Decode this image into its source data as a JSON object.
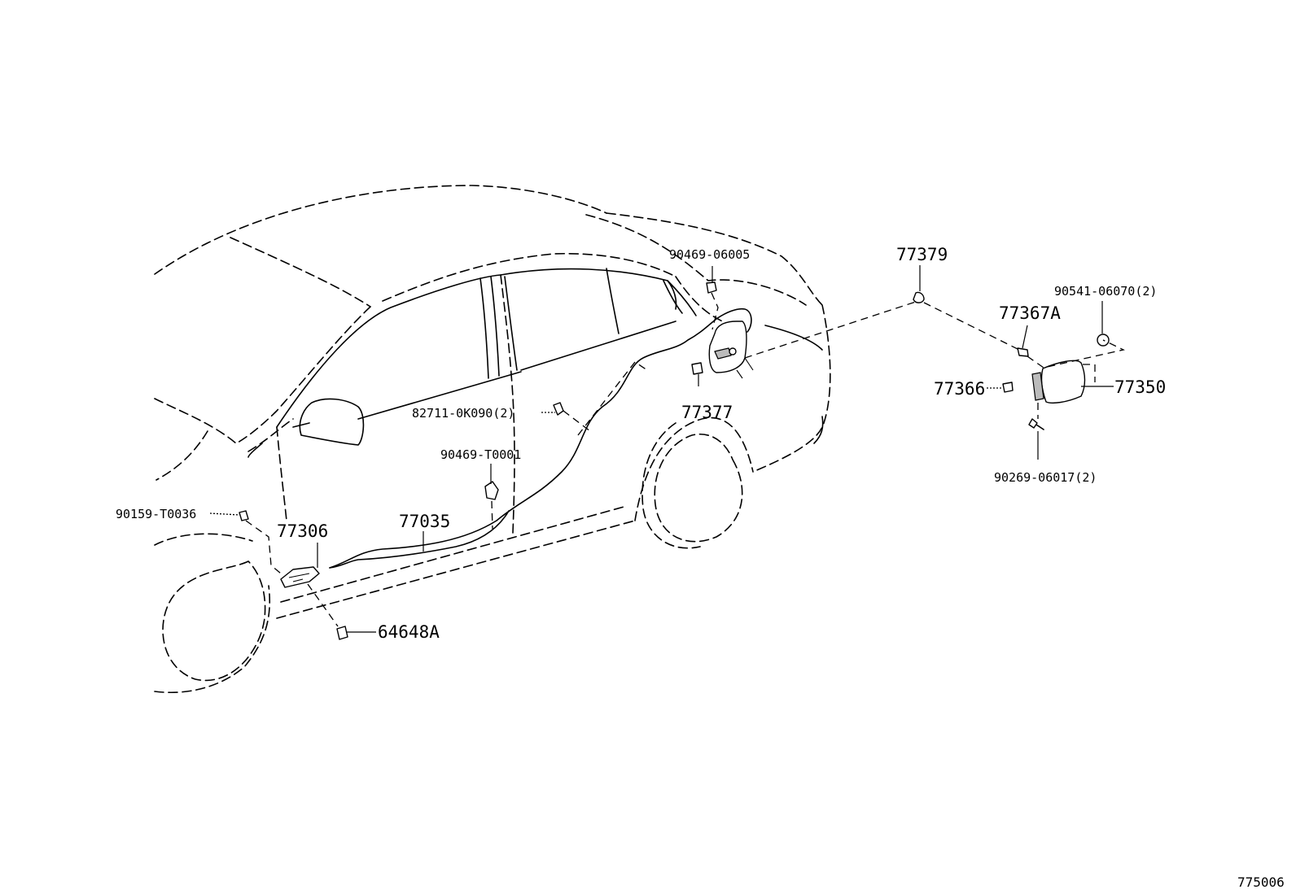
{
  "diagram_id": "775006",
  "callouts": [
    {
      "id": "90469-06005",
      "text": "90469-06005"
    },
    {
      "id": "77379",
      "text": "77379"
    },
    {
      "id": "90541-06070",
      "text": "90541-06070(2)"
    },
    {
      "id": "77367A",
      "text": "77367A"
    },
    {
      "id": "77366",
      "text": "77366"
    },
    {
      "id": "77350",
      "text": "77350"
    },
    {
      "id": "90269-06017",
      "text": "90269-06017(2)"
    },
    {
      "id": "77377",
      "text": "77377"
    },
    {
      "id": "82711-0K090",
      "text": "82711-0K090(2)"
    },
    {
      "id": "90469-T0001",
      "text": "90469-T0001"
    },
    {
      "id": "77035",
      "text": "77035"
    },
    {
      "id": "90159-T0036",
      "text": "90159-T0036"
    },
    {
      "id": "77306",
      "text": "77306"
    },
    {
      "id": "64648A",
      "text": "64648A"
    }
  ]
}
